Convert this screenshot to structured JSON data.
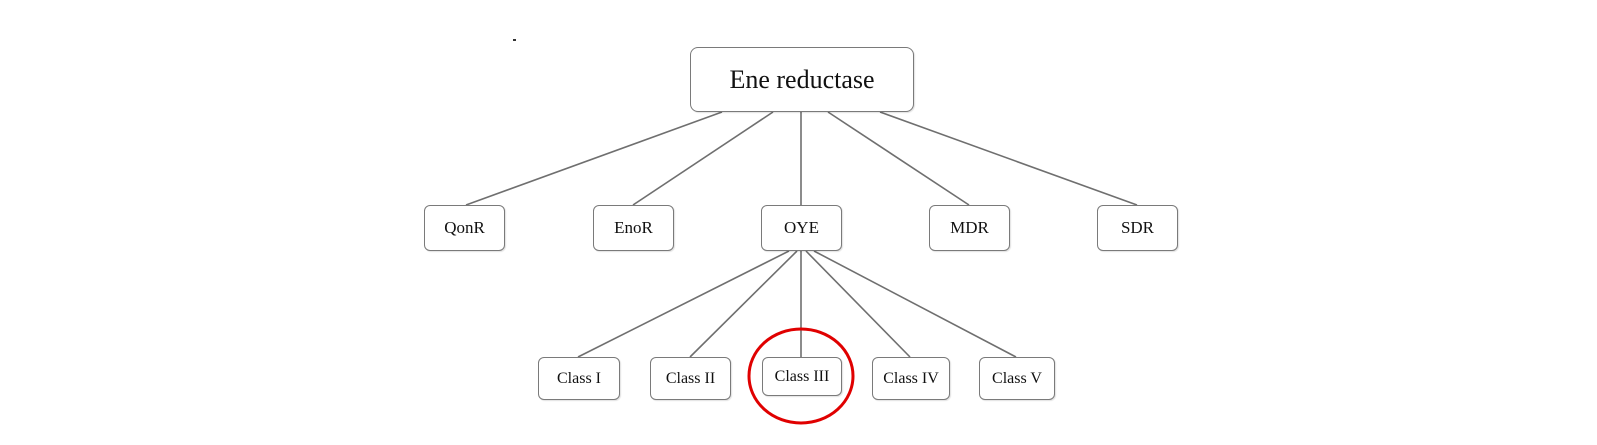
{
  "diagram": {
    "root": {
      "label": "Ene reductase"
    },
    "families": [
      {
        "id": "qonr",
        "label": "QonR"
      },
      {
        "id": "enor",
        "label": "EnoR"
      },
      {
        "id": "oye",
        "label": "OYE"
      },
      {
        "id": "mdr",
        "label": "MDR"
      },
      {
        "id": "sdr",
        "label": "SDR"
      }
    ],
    "oye_classes": [
      {
        "id": "class-1",
        "label": "Class I"
      },
      {
        "id": "class-2",
        "label": "Class II"
      },
      {
        "id": "class-3",
        "label": "Class III",
        "highlighted": true
      },
      {
        "id": "class-4",
        "label": "Class IV"
      },
      {
        "id": "class-5",
        "label": "Class V"
      }
    ],
    "colors": {
      "edge": "#6f6f6f",
      "border": "#7a7a7a",
      "highlight": "#e00000"
    }
  }
}
